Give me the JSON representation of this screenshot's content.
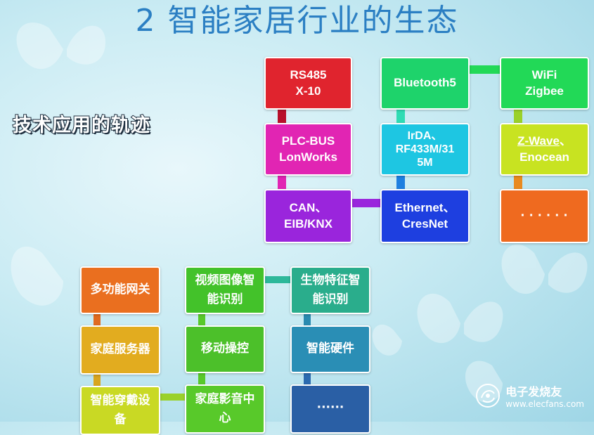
{
  "title": "2  智能家居行业的生态",
  "subtitle": "技术应用的轨迹",
  "colors": {
    "red": "#e0242e",
    "green_bt": "#1ed36b",
    "green_wifi": "#22d957",
    "magenta": "#e125b3",
    "cyan": "#1ec6e2",
    "lime": "#c8e321",
    "purple": "#9a25dc",
    "blue": "#1e3fe0",
    "orange": "#ef6a1f"
  },
  "tech_boxes": {
    "rs485": "RS485\nX-10",
    "bluetooth": "Bluetooth5",
    "wifi": "WiFi\nZigbee",
    "plc": "PLC-BUS\nLonWorks",
    "irda": "IrDA、\nRF433M/31\n5M",
    "zwave_label": "Z-Wave",
    "zwave_rest": "、\nEnocean",
    "can": "CAN、\nEIB/KNX",
    "ethernet": "Ethernet、\nCresNet",
    "more": "· · · · · ·"
  },
  "product_boxes": {
    "gateway": "多功能网关",
    "video": "视频图像智\n能识别",
    "bio": "生物特征智\n能识别",
    "server": "家庭服务器",
    "mobile": "移动操控",
    "hardware": "智能硬件",
    "wearable": "智能穿戴设\n备",
    "media": "家庭影音中\n心",
    "more": "······"
  },
  "watermark": {
    "brand": "电子发烧友",
    "url": "www.elecfans.com",
    "icon": "elecfans-logo-icon"
  }
}
